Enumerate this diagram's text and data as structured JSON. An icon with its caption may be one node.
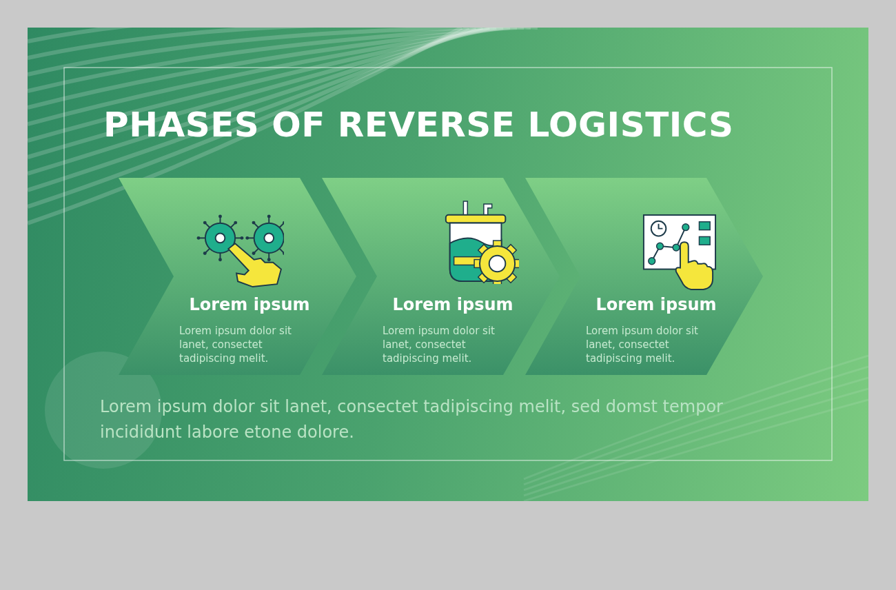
{
  "diagram": {
    "title": "PHASES OF REVERSE LOGISTICS",
    "nodes": [
      {
        "text": [
          "Lorem ipsum",
          "Lorem ipsum dolor sit lanet, consectet tadipiscing melit."
        ]
      },
      {
        "text": [
          "Lorem ipsum",
          "Lorem ipsum dolor sit lanet, consectet tadipiscing melit."
        ]
      },
      {
        "text": [
          "Lorem ipsum",
          "Lorem ipsum dolor sit lanet, consectet tadipiscing melit."
        ]
      }
    ],
    "edges": [],
    "caption": "Lorem ipsum dolor sit lanet, consectet tadipiscing melit, sed domst tempor incididunt labore etone dolore."
  }
}
